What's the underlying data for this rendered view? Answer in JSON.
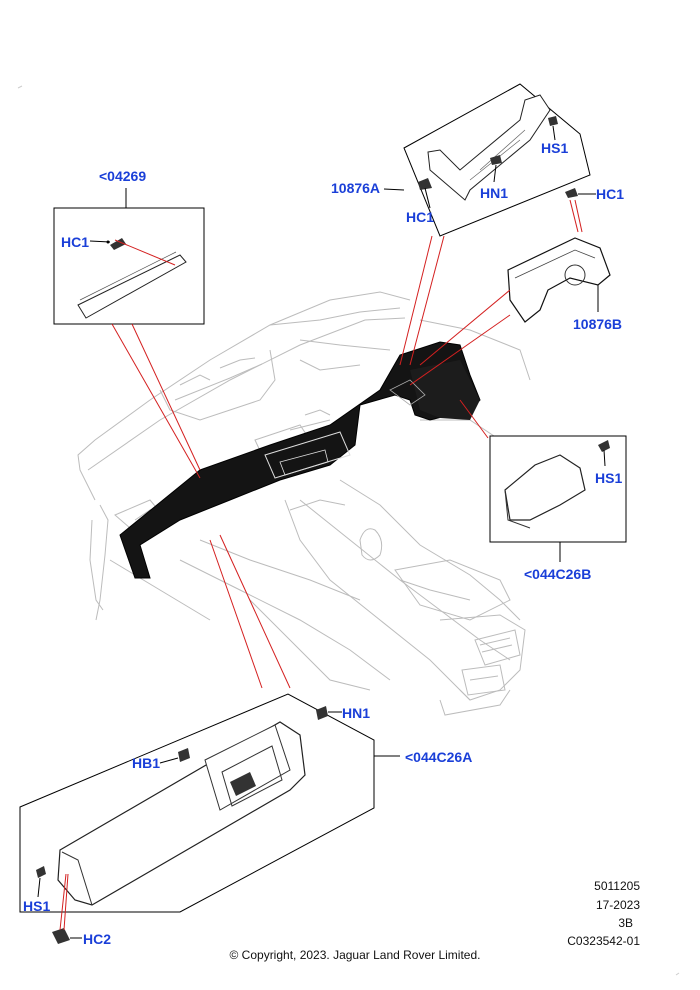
{
  "labels": {
    "part_04269": "<04269",
    "hc1_left": "HC1",
    "part_10876A": "10876A",
    "hc1_top": "HC1",
    "hn1_top": "HN1",
    "hs1_top": "HS1",
    "hc1_right": "HC1",
    "part_10876B": "10876B",
    "hs1_mid": "HS1",
    "part_044C26B": "<044C26B",
    "hn1_bottom": "HN1",
    "hb1": "HB1",
    "part_044C26A": "<044C26A",
    "hs1_bottom": "HS1",
    "hc2": "HC2"
  },
  "meta": {
    "line1": "5011205",
    "line2": "17-2023",
    "line3": "3B",
    "line4": "C0323542-01"
  },
  "copyright": "© Copyright, 2023. Jaguar Land Rover Limited.",
  "colors": {
    "callout": "#1a3fd8",
    "leader": "#d42020",
    "outline": "#b8b8b8",
    "part": "#161616"
  }
}
